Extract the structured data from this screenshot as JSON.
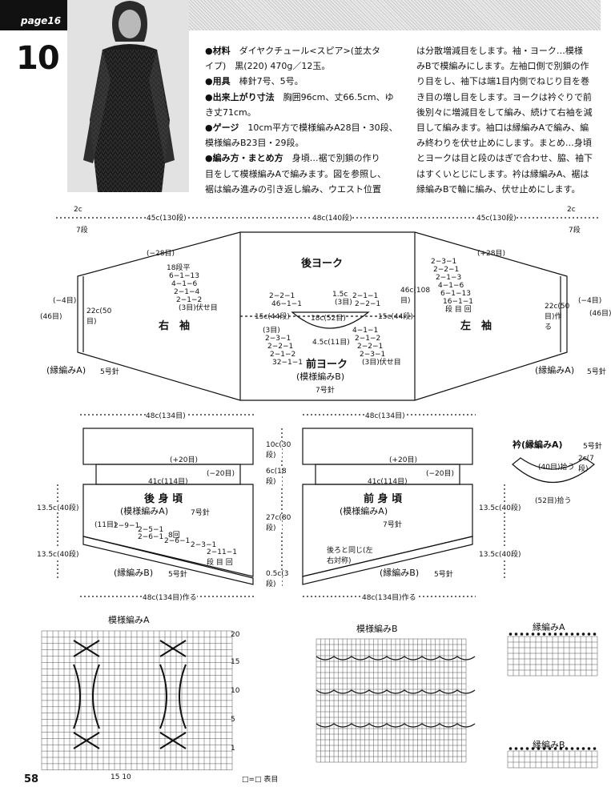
{
  "header": {
    "page_tag": "page16",
    "pattern_number": "10",
    "page_number": "58"
  },
  "intro_left": [
    {
      "bold": "●材料",
      "text": "　ダイヤクチュール<スピア>(並太タ"
    },
    {
      "bold": "",
      "text": "イプ)　黒(220) 470g／12玉。"
    },
    {
      "bold": "●用具",
      "text": "　棒針7号、5号。"
    },
    {
      "bold": "●出来上がり寸法",
      "text": "　胸囲96cm、丈66.5cm、ゆ"
    },
    {
      "bold": "",
      "text": "き丈71cm。"
    },
    {
      "bold": "●ゲージ",
      "text": "　10cm平方で模様編みA28目・30段、"
    },
    {
      "bold": "",
      "text": "模様編みB23目・29段。"
    },
    {
      "bold": "●編み方・まとめ方",
      "text": "　身頃…裾で別鎖の作り"
    },
    {
      "bold": "",
      "text": "目をして模様編みAで編みます。図を参照し、"
    },
    {
      "bold": "",
      "text": "裾は編み進みの引き返し編み、ウエスト位置"
    }
  ],
  "intro_right": [
    "は分散増減目をします。袖・ヨーク…模様",
    "みBで模編みにします。左袖口側で別鎖の作",
    "り目をし、袖下は端1目内側でねじり目を巻",
    "き目の増し目をします。ヨークは衿ぐりで前",
    "後別々に増減目をして編み、続けて右袖を減",
    "目して編みます。袖口は縁編みAで編み、編",
    "み終わりを伏せ止めにします。まとめ…身頃",
    "とヨークは目と段のはぎで合わせ、脇、袖下",
    "はすくいとじにします。衿は縁編みA、裾は",
    "縁編みBで輪に編み、伏せ止めにします。"
  ],
  "yoke": {
    "dims_top": [
      "2c",
      "7段",
      "45c(130段)",
      "48c(140段)",
      "45c(130段)",
      "2c",
      "7段"
    ],
    "back_yoke": "後ヨーク",
    "front_yoke": "前ヨーク",
    "front_yoke_sub": "(模様編みB)",
    "needle7": "7号針",
    "right_sleeve": "右　袖",
    "left_sleeve": "左　袖",
    "cuff_left": "(縁編みA)",
    "cuff_right": "(縁編みA)",
    "needle5": "5号針",
    "left_inc_top": "(−28目)",
    "right_inc_top": "(+28目)",
    "side_left_1": "(−4目)",
    "side_left_2": "(46目)",
    "side_left_3": "22c(50目)",
    "side_right_1": "(−4目)",
    "side_right_2": "(46目)",
    "side_right_3": "22c(50目)作る",
    "right_width": "46c(108目)",
    "left_seq": [
      "18段平",
      "6−1−13",
      "4−1−6",
      "2−1−4",
      "2−1−2",
      "(3目)伏せ目"
    ],
    "right_seq": [
      "2−3−1",
      "2−2−1",
      "2−1−3",
      "4−1−6",
      "6−1−13",
      "16−1−1",
      "段 目 回"
    ],
    "neck_top_left": [
      "2−2−1",
      "46−1−1"
    ],
    "neck_top_right": [
      "2−1−1",
      "2−2−1"
    ],
    "neck_center": [
      "1.5c",
      "(3目)"
    ],
    "neck_center2": "18c(52目)",
    "neck_side": "15c(44段)",
    "neck_side_r": "15c(44段)",
    "neck_low": "4.5c(11目)",
    "neck_low_left": [
      "(3目)",
      "2−3−1",
      "2−2−1",
      "2−1−2",
      "32−1−1"
    ],
    "neck_low_right": [
      "4−1−1",
      "2−1−2",
      "2−2−1",
      "2−3−1",
      "(3目)伏せ目"
    ]
  },
  "back_body": {
    "width_top": "48c(134目)",
    "inc": "(+20目)",
    "dec": "(−20目)",
    "waist": "41c(114目)",
    "title": "後 身 頃",
    "sub": "(模様編みA)",
    "needle": "7号針",
    "steps_left": "(11目)",
    "steps": [
      "2−9−1",
      "2−5−1",
      "2−6−1",
      "8回",
      "2−6−1",
      "2−3−1",
      "2−11−1",
      "段 目 回"
    ],
    "hem": "(縁編みB)",
    "hem_needle": "5号針",
    "width_bottom": "48c(134目)作る",
    "h1": "13.5c(40段)",
    "h2": "13.5c(40段)"
  },
  "center_dims": [
    "10c(30段)",
    "6c(18段)",
    "27c(80段)",
    "0.5c(3段)"
  ],
  "front_body": {
    "width_top": "48c(134目)",
    "inc": "(+20目)",
    "dec": "(−20目)",
    "waist": "41c(114目)",
    "title": "前 身 頃",
    "sub": "(模様編みA)",
    "needle": "7号針",
    "note": "後ろと同じ(左右対称)",
    "hem": "(縁編みB)",
    "hem_needle": "5号針",
    "width_bottom": "48c(134目)作る",
    "h1": "13.5c(40段)",
    "h2": "13.5c(40段)"
  },
  "collar": {
    "title": "衿(縁編みA)",
    "needle": "5号針",
    "top": "(40目)拾う",
    "bottom": "(52目)拾う",
    "height": "2c(7段)"
  },
  "charts": {
    "a_title": "模様編みA",
    "b_title": "模様編みB",
    "edge_a_title": "縁編みA",
    "edge_b_title": "縁編みB",
    "legend": "□=□ 表目",
    "a_row_nums": [
      "20",
      "15",
      "10",
      "5",
      "1"
    ],
    "a_col_nums": "15 10"
  },
  "colors": {
    "ink": "#111111",
    "grid": "#555555",
    "band": "#d9d9d9"
  }
}
